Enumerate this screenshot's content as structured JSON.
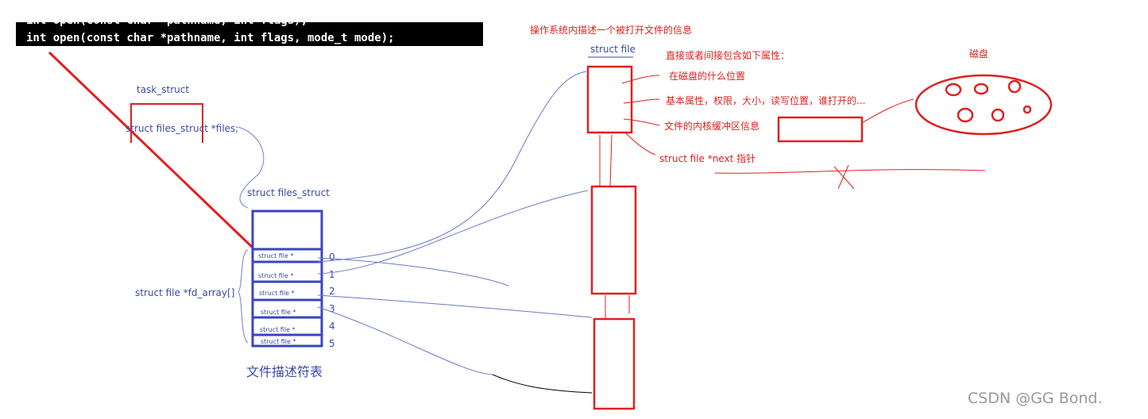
{
  "code": {
    "line1": "int open(const char *pathname, int flags);",
    "line2": "int open(const char *pathname, int flags, mode_t mode);"
  },
  "task_struct": {
    "title": "task_struct",
    "field": "struct files_struct *files;"
  },
  "files_struct": {
    "title": "struct files_struct",
    "array_label": "struct file *fd_array[]",
    "slots": [
      "struct file *",
      "struct file *",
      "struct file *",
      "struct file *",
      "struct file *",
      "struct file *"
    ],
    "indices": [
      "0",
      "1",
      "2",
      "3",
      "4",
      "5"
    ],
    "caption": "文件描述符表"
  },
  "struct_file": {
    "heading": "操作系统内描述一个被打开文件的信息",
    "title": "struct file",
    "attrs_intro": "直接或者间接包含如下属性：",
    "attrs": [
      "在磁盘的什么位置",
      "基本属性，权限，大小，读写位置，谁打开的...",
      "文件的内核缓冲区信息"
    ],
    "next": "struct file *next 指针"
  },
  "disk": {
    "label": "磁盘"
  },
  "watermark": "CSDN @GG Bond.",
  "colors": {
    "red": "#e02020",
    "blue": "#3a4aa8"
  }
}
